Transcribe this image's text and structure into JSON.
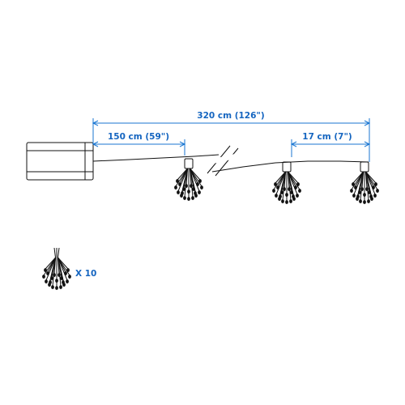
{
  "dimensions": {
    "total_length": "320 cm (126\")",
    "first_segment": "150 cm (59\")",
    "spacing": "17 cm (7\")"
  },
  "legend": {
    "quantity": "X 10"
  },
  "colors": {
    "dimension": "#1565c0",
    "ink": "#111111"
  }
}
